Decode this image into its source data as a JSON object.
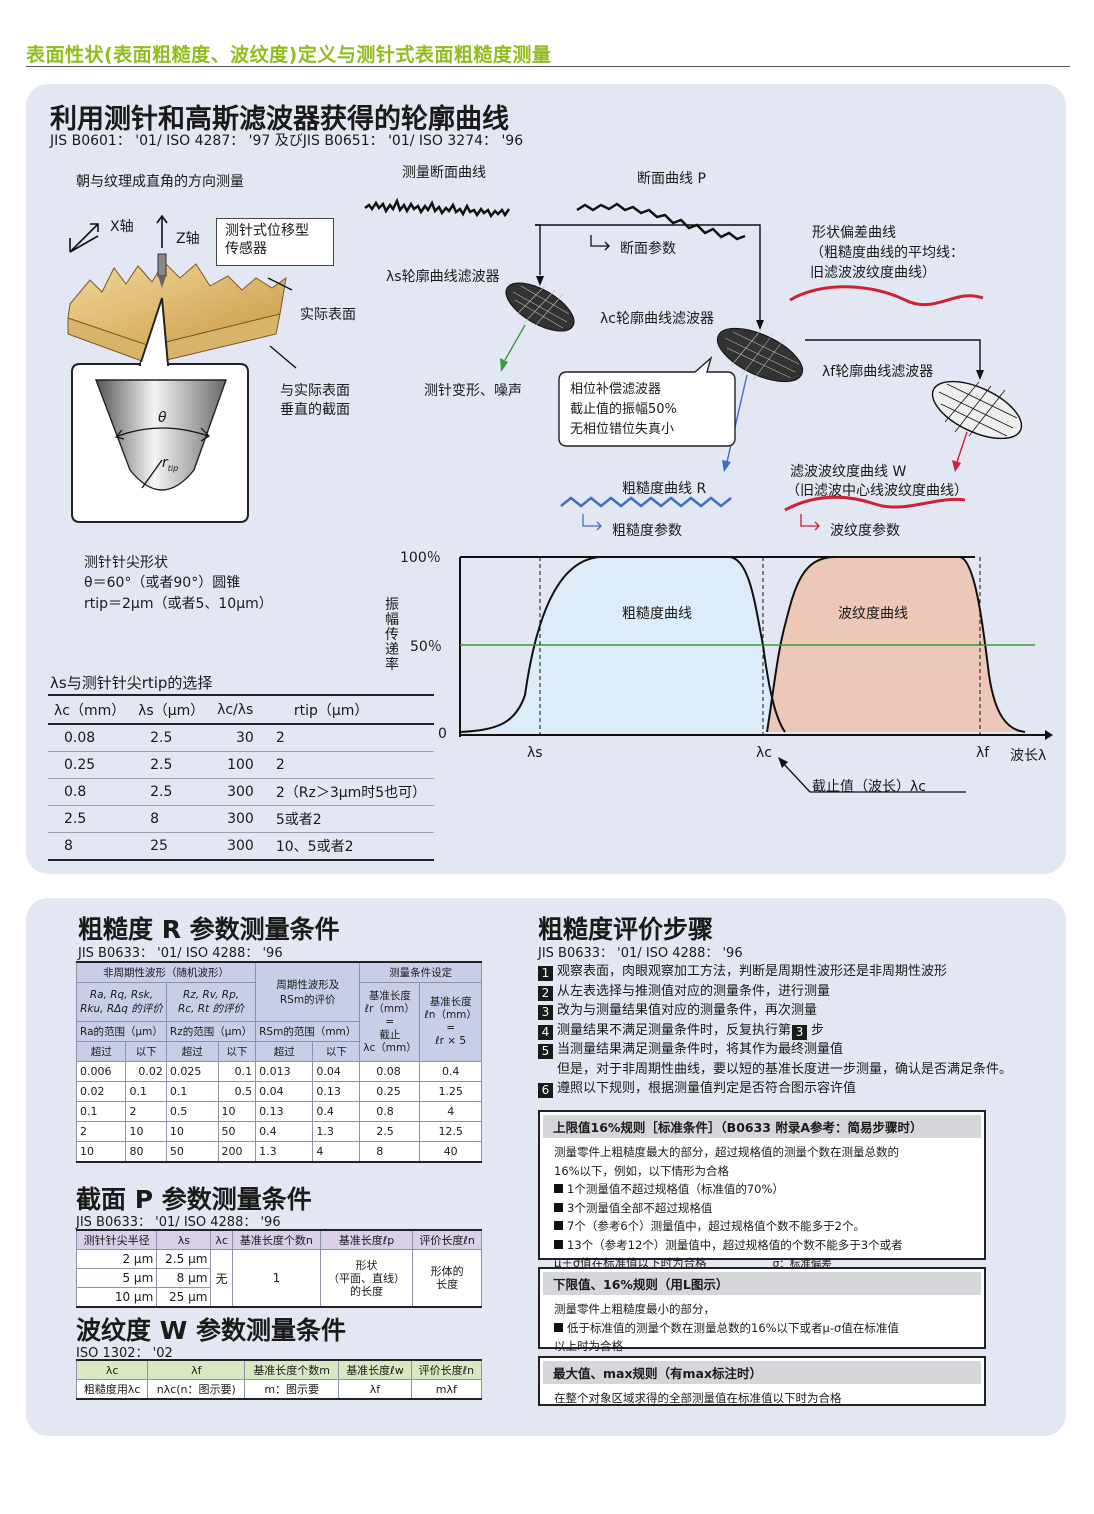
{
  "header": "表面性状(表面粗糙度、波纹度)定义与测针式表面粗糙度测量",
  "sec1": {
    "title": "利用测针和高斯滤波器获得的轮廓曲线",
    "standard": "JIS B0601： '01/ ISO 4287： '97 及びJIS B0651： '01/ ISO 3274： '96",
    "measure_dir": "朝与纹理成直角的方向测量",
    "x_axis": "X轴",
    "z_axis": "Z轴",
    "sensor": "测针式位移型\n传感器",
    "actual_surface": "实际表面",
    "cross_section": "与实际表面\n垂直的截面",
    "theta": "θ",
    "rtip": "r",
    "rtip_sub": "tip",
    "tip_shape_title": "测针针尖形状",
    "tip_shape_line1": "θ＝60°（或者90°）圆锥",
    "tip_shape_line2": "rtip＝2μm（或者5、10μm）",
    "measured_profile": "测量断面曲线",
    "primary_profile": "断面曲线 P",
    "primary_params": "断面参数",
    "ls_filter": "λs轮廓曲线滤波器",
    "lc_filter": "λc轮廓曲线滤波器",
    "lf_filter": "λf轮廓曲线滤波器",
    "deform_noise": "测针变形、噪声",
    "phase_filter": "相位补偿滤波器\n截止值的振幅50%\n无相位错位失真小",
    "form_dev_title": "形状偏差曲线",
    "form_dev_sub": "（粗糙度曲线的平均线：\n旧滤波波纹度曲线）",
    "roughness_profile": "粗糙度曲线 R",
    "roughness_params": "粗糙度参数",
    "waviness_profile": "滤波波纹度曲线 W",
    "waviness_sub": "（旧滤波中心线波纹度曲线）",
    "waviness_params": "波纹度参数",
    "chart": {
      "y100": "100％",
      "y50": "50％",
      "y0": "0",
      "ylabel": "振幅传递率",
      "roughness_label": "粗糙度曲线",
      "waviness_label": "波纹度曲线",
      "x_ls": "λs",
      "x_lc": "λc",
      "x_lf": "λf",
      "x_wave": "波长λ",
      "cutoff": "截止值（波长）λc"
    },
    "ls_table": {
      "title": "λs与测针针尖rtip的选择",
      "headers": [
        "λc（mm）",
        "λs（μm）",
        "λc/λs",
        "rtip（μm）"
      ],
      "rows": [
        [
          "0.08",
          "2.5",
          "30",
          "2"
        ],
        [
          "0.25",
          "2.5",
          "100",
          "2"
        ],
        [
          "0.8",
          "2.5",
          "300",
          "2（Rz＞3μm时5也可）"
        ],
        [
          "2.5",
          "8",
          "300",
          "5或者2"
        ],
        [
          "8",
          "25",
          "300",
          "10、5或者2"
        ]
      ]
    }
  },
  "sec2": {
    "r_title": "粗糙度 R 参数测量条件",
    "r_std": "JIS B0633： '01/ ISO 4288： '96",
    "r_table": {
      "h_nonperiodic": "非周期性波形（随机波形）",
      "h_periodic": "周期性波形及\nRSm的评价",
      "h_setting": "测量条件设定",
      "h_ra": "Ra, Rq, Rsk,\nRku, RΔq 的评价",
      "h_rz": "Rz, Rv, Rp,\nRc, Rt 的评价",
      "h_sample": "基准长度\nℓr（mm）=\n截止\nλc（mm）",
      "h_eval": "基准长度\nℓn（mm）=\nℓr × 5",
      "h_ra_range": "Ra的范围（μm）",
      "h_rz_range": "Rz的范围（μm）",
      "h_rsm_range": "RSm的范围（mm）",
      "h_over": "超过",
      "h_under": "以下",
      "rows": [
        [
          "0.006",
          "0.02",
          "0.025",
          "0.1",
          "0.013",
          "0.04",
          "0.08",
          "0.4"
        ],
        [
          "0.02",
          "0.1",
          "0.1",
          "0.5",
          "0.04",
          "0.13",
          "0.25",
          "1.25"
        ],
        [
          "0.1",
          "2",
          "0.5",
          "10",
          "0.13",
          "0.4",
          "0.8",
          "4"
        ],
        [
          "2",
          "10",
          "10",
          "50",
          "0.4",
          "1.3",
          "2.5",
          "12.5"
        ],
        [
          "10",
          "80",
          "50",
          "200",
          "1.3",
          "4",
          "8",
          "40"
        ]
      ]
    },
    "p_title": "截面 P 参数测量条件",
    "p_std": "JIS B0633： '01/ ISO 4288： '96",
    "p_table": {
      "headers": [
        "测针针尖半径",
        "λs",
        "λc",
        "基准长度个数n",
        "基准长度ℓp",
        "评价长度ℓn"
      ],
      "rtips": [
        "2 μm",
        "5 μm",
        "10 μm"
      ],
      "ls": [
        "2.5 μm",
        "8 μm",
        "25 μm"
      ],
      "lc": "无",
      "n": "1",
      "lp": "形状\n（平面、直线）\n的长度",
      "ln": "形体的\n长度"
    },
    "w_title": "波纹度 W 参数测量条件",
    "w_std": "ISO 1302： '02",
    "w_table": {
      "headers": [
        "λc",
        "λf",
        "基准长度个数m",
        "基准长度ℓw",
        "评价长度ℓn"
      ],
      "row": [
        "粗糙度用λc",
        "nλc(n：图示要)",
        "m：图示要",
        "λf",
        "mλf"
      ]
    },
    "steps_title": "粗糙度评价步骤",
    "steps_std": "JIS B0633： '01/ ISO 4288： '96",
    "steps": [
      {
        "n": "1",
        "text": "观察表面，肉眼观察加工方法，判断是周期性波形还是非周期性波形"
      },
      {
        "n": "2",
        "text": "从左表选择与推测值对应的测量条件，进行测量"
      },
      {
        "n": "3",
        "text": "改为与测量结果值对应的测量条件，再次测量"
      },
      {
        "n": "4",
        "text": "测量结果不满足测量条件时，反复执行第",
        "tail_num": "3",
        "tail": "步"
      },
      {
        "n": "5",
        "text": "当测量结果满足测量条件时，将其作为最终测量值"
      },
      {
        "n": "",
        "text": "但是，对于非周期性曲线，要以短的基准长度进一步测量，确认是否满足条件。"
      },
      {
        "n": "6",
        "text": "遵照以下规则，根据测量值判定是否符合图示容许值"
      }
    ],
    "rule1": {
      "head": "上限值16%规则［标准条件］（B0633 附录A参考：简易步骤时）",
      "lines": [
        "测量零件上粗糙度最大的部分，超过规格值的测量个数在测量总数的",
        "16%以下，例如，以下情形为合格",
        "1个测量值不超过规格值（标准值的70%）",
        "3个测量值全部不超过规格值",
        "7个（参考6个）测量值中，超过规格值个数不能多于2个。",
        "13个（参考12个）测量值中，超过规格值的个数不能多于3个或者",
        "μ＋σ值在标准值以下时为合格",
        "σ：标准偏差"
      ]
    },
    "rule2": {
      "head": "下限值、16%规则（用L图示）",
      "lines": [
        "测量零件上粗糙度最小的部分，",
        "低于标准值的测量个数在测量总数的16%以下或者μ-σ值在标准值",
        "以上时为合格"
      ]
    },
    "rule3": {
      "head": "最大值、max规则（有max标注时）",
      "lines": [
        "在整个对象区域求得的全部测量值在标准值以下时为合格"
      ]
    }
  }
}
